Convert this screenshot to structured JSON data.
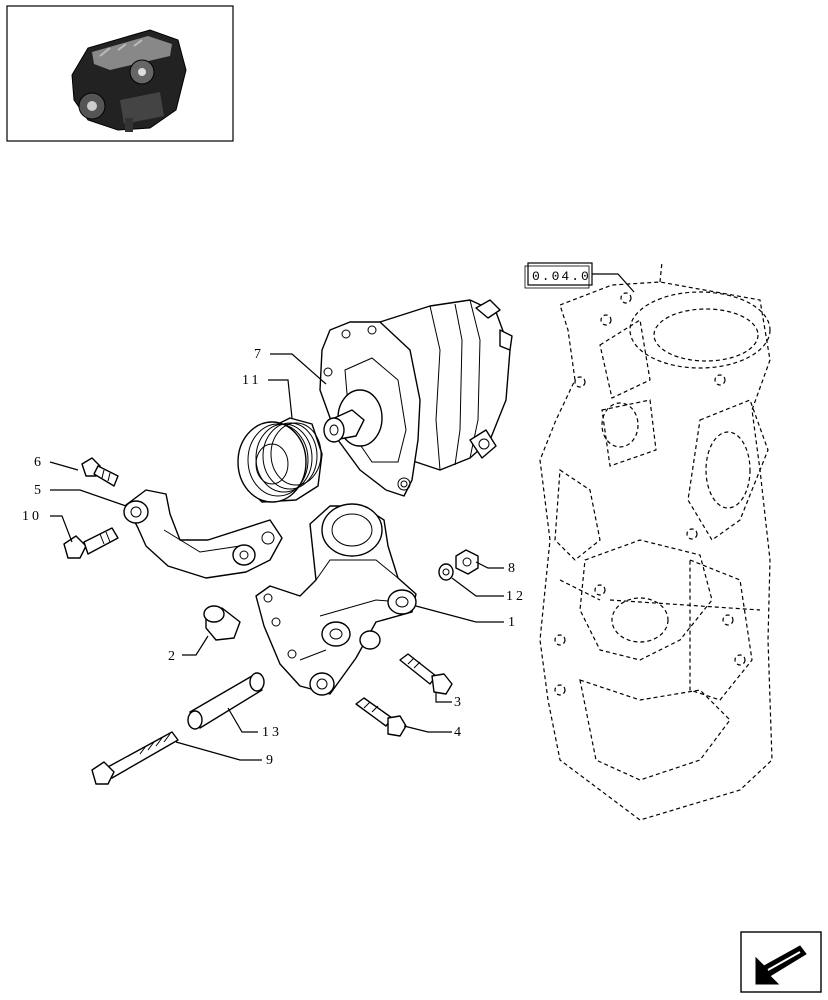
{
  "reference_box": "0.04.0",
  "callouts": [
    {
      "id": "c1",
      "label": "1"
    },
    {
      "id": "c2",
      "label": "2"
    },
    {
      "id": "c3",
      "label": "3"
    },
    {
      "id": "c4",
      "label": "4"
    },
    {
      "id": "c5",
      "label": "5"
    },
    {
      "id": "c6",
      "label": "6"
    },
    {
      "id": "c7",
      "label": "7"
    },
    {
      "id": "c8",
      "label": "8"
    },
    {
      "id": "c9",
      "label": "9"
    },
    {
      "id": "c10",
      "label": "10"
    },
    {
      "id": "c11",
      "label": "11"
    },
    {
      "id": "c12",
      "label": "12"
    },
    {
      "id": "c13",
      "label": "13"
    }
  ],
  "icons": {
    "thumbnail": "engine-thumbnail-icon",
    "nav": "next-page-arrow-icon"
  }
}
